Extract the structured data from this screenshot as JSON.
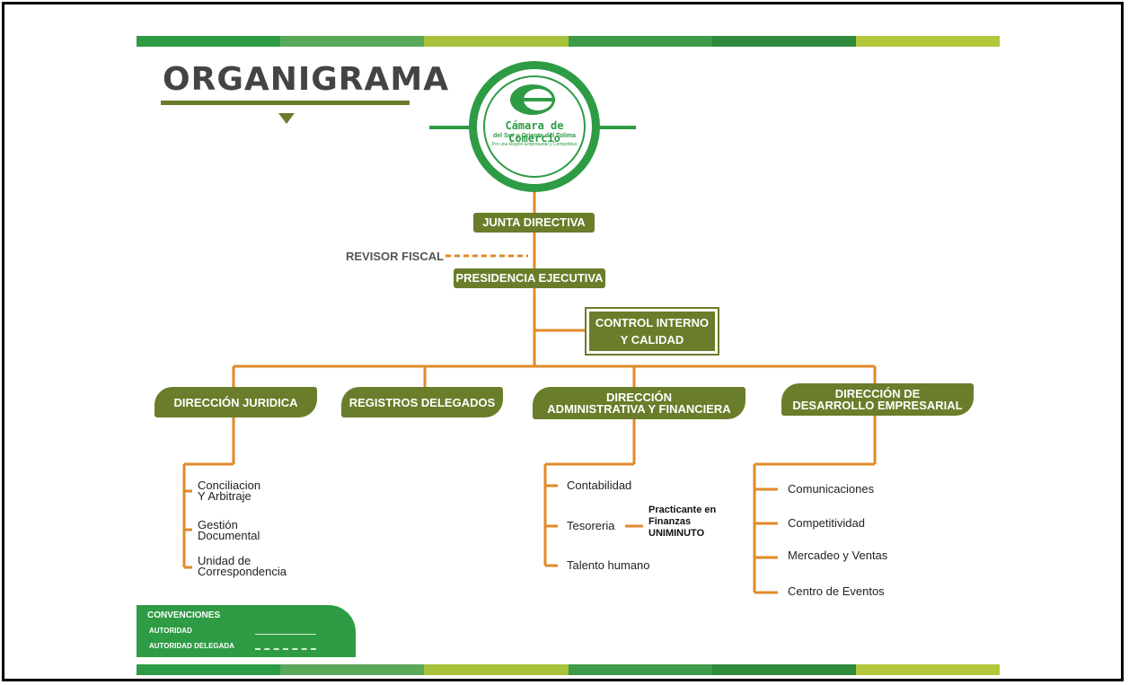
{
  "title": "ORGANIGRAMA",
  "colors": {
    "olive": "#6a7d2a",
    "green": "#2e9b45",
    "orange": "#e08a2a",
    "lime": "#b4c73c"
  },
  "stripe_colors": [
    "#2e9b45",
    "#5aa85a",
    "#a8c23c",
    "#3e9b4a",
    "#2f8a3c",
    "#b4c73c"
  ],
  "logo": {
    "line1": "Cámara de Comercio",
    "line2": "del Sur y Oriente del Tolima",
    "line3": "Por una Región Empresarial y Competitiva"
  },
  "nodes": {
    "junta": "JUNTA DIRECTIVA",
    "revisor": "REVISOR FISCAL",
    "presidencia": "PRESIDENCIA EJECUTIVA",
    "control_l1": "CONTROL INTERNO",
    "control_l2": "Y CALIDAD",
    "juridica": "DIRECCIÓN JURIDICA",
    "registros": "REGISTROS DELEGADOS",
    "admin_l1": "DIRECCIÓN",
    "admin_l2": "ADMINISTRATIVA Y FINANCIERA",
    "desarrollo_l1": "DIRECCIÓN DE",
    "desarrollo_l2": "DESARROLLO EMPRESARIAL"
  },
  "juridica_items": [
    {
      "l1": "Conciliacion",
      "l2": "Y  Arbitraje"
    },
    {
      "l1": "Gestión",
      "l2": "Documental"
    },
    {
      "l1": "Unidad de",
      "l2": "Correspondencia"
    }
  ],
  "admin_items": [
    "Contabilidad",
    "Tesoreria",
    "Talento humano"
  ],
  "practicante": {
    "l1": "Practicante en",
    "l2": "Finanzas",
    "l3": "UNIMINUTO"
  },
  "desarrollo_items": [
    "Comunicaciones",
    "Competitividad",
    "Mercadeo y Ventas",
    "Centro de Eventos"
  ],
  "conventions": {
    "heading": "CONVENCIONES",
    "authority": "AUTORIDAD",
    "delegated": "AUTORIDAD DELEGADA"
  }
}
